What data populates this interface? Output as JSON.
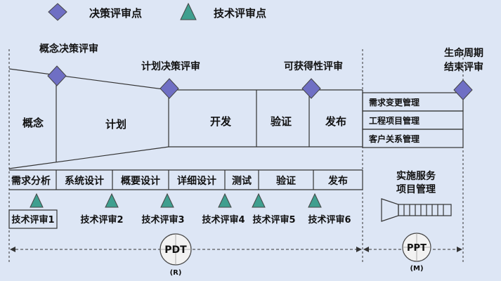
{
  "legend": {
    "decision_review": "决策评审点",
    "technical_review": "技术评审点"
  },
  "decision_reviews": {
    "concept": "概念决策评审",
    "plan": "计划决策评审",
    "availability": "可获得性评审",
    "lifecycle_end_line1": "生命周期",
    "lifecycle_end_line2": "结束评审"
  },
  "phases": {
    "concept": "概念",
    "plan": "计划",
    "develop": "开发",
    "verify": "验证",
    "release": "发布"
  },
  "lifecycle_items": [
    "需求变更管理",
    "工程项目管理",
    "客户关系管理"
  ],
  "tech_phases": {
    "requirements": "需求分析",
    "system_design": "系统设计",
    "overview_design": "概要设计",
    "detail_design": "详细设计",
    "test": "测试",
    "verify": "验证",
    "release": "发布"
  },
  "service": {
    "line1": "实施服务",
    "line2": "项目管理"
  },
  "tech_reviews": [
    "技术评审1",
    "技术评审2",
    "技术评审3",
    "技术评审4",
    "技术评审5",
    "技术评审6"
  ],
  "pdt": {
    "label": "PDT",
    "sub": "(R)"
  },
  "ppt": {
    "label": "PPT",
    "sub": "(M)"
  },
  "colors": {
    "diamond": "#6f6fc4",
    "triangle": "#3f9f8f",
    "background": "#dde6f5",
    "line": "#333333"
  }
}
